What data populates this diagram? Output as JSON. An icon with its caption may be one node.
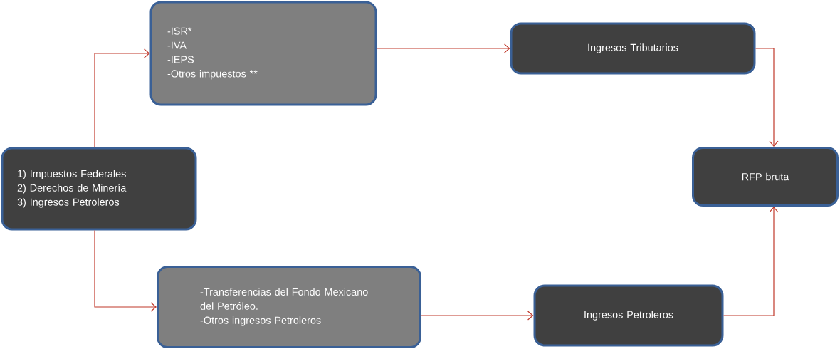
{
  "diagram": {
    "nodes": [
      {
        "text": [
          "1) Impuestos Federales",
          "2) Derechos de Minería",
          "3) Ingresos Petroleros"
        ]
      },
      {
        "text": [
          "-ISR*",
          "-IVA",
          "-IEPS",
          "-Otros impuestos **"
        ]
      },
      {
        "text": [
          "Ingresos Tributarios"
        ]
      },
      {
        "text": [
          "RFP bruta"
        ]
      },
      {
        "text": [
          "-Transferencias del Fondo Mexicano del Petróleo.",
          "-Otros ingresos Petroleros"
        ]
      },
      {
        "text": [
          "Ingresos Petroleros"
        ]
      }
    ],
    "edges": [
      {
        "from": 0,
        "to": 1,
        "arrow": "to"
      },
      {
        "from": 0,
        "to": 4,
        "arrow": "to"
      },
      {
        "from": 1,
        "to": 2,
        "arrow": "to"
      },
      {
        "from": 2,
        "to": 3,
        "arrow": "to"
      },
      {
        "from": 4,
        "to": 5,
        "arrow": "to"
      },
      {
        "from": 5,
        "to": 3,
        "arrow": "to"
      }
    ]
  }
}
